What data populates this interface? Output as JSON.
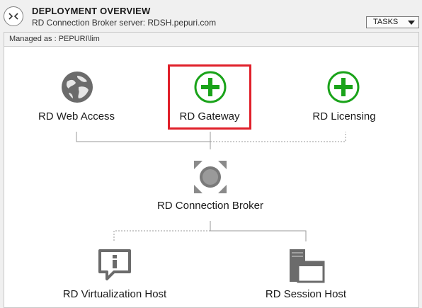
{
  "header": {
    "title": "DEPLOYMENT OVERVIEW",
    "subtitle": "RD Connection Broker server: RDSH.pepuri.com",
    "tasks_label": "TASKS"
  },
  "managed_as": "Managed as : PEPURI\\lim",
  "nodes": {
    "web_access": "RD Web Access",
    "gateway": "RD Gateway",
    "licensing": "RD Licensing",
    "connection_broker": "RD Connection Broker",
    "virtualization_host": "RD Virtualization Host",
    "session_host": "RD Session Host"
  },
  "colors": {
    "add_green": "#1aa31a",
    "highlight_red": "#e0202a",
    "icon_gray": "#6b6b6b"
  },
  "icons": {
    "web_access": "globe-icon",
    "gateway": "add-icon",
    "licensing": "add-icon",
    "connection_broker": "broker-icon",
    "virtualization_host": "info-bubble-icon",
    "session_host": "server-window-icon"
  }
}
